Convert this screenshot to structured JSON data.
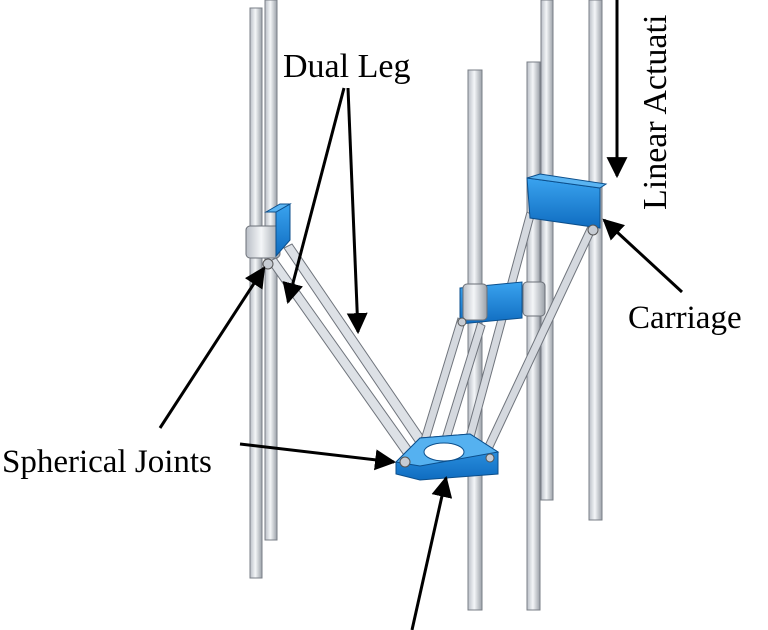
{
  "labels": {
    "dual_leg": "Dual Leg",
    "linear_actuation": "Linear Actuati",
    "carriage": "Carriage",
    "spherical_joints": "Spherical Joints"
  },
  "colors": {
    "background": "#ffffff",
    "rail_fill": "#e6e9ee",
    "rail_stroke": "#6b7078",
    "leg_fill": "#d9dde3",
    "carriage_blue": "#1e88d8",
    "carriage_blue_dark": "#0e5fa8",
    "arrow": "#000000"
  }
}
